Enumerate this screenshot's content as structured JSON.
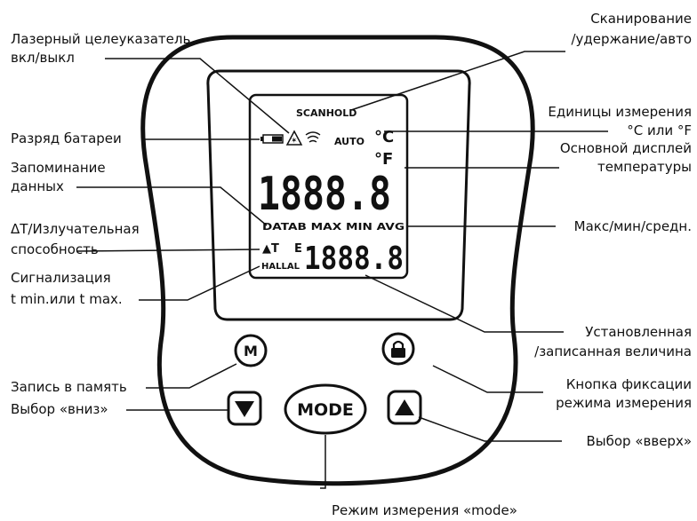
{
  "device": {
    "lcd": {
      "scan_hold": "SCANHOLD",
      "auto": "AUTO",
      "unit_c": "°C",
      "unit_f": "°F",
      "main_reading": "1888.8",
      "stats_row": "DATAB MAX MIN AVG",
      "delta_t": "▲T",
      "e_label": "E",
      "secondary_reading": "1888.8",
      "hal_row": "HALLAL"
    },
    "buttons": {
      "m": "M",
      "mode": "MODE",
      "down": "▼",
      "up": "▲"
    }
  },
  "labels": {
    "laser_1": "Лазерный целеуказатель",
    "laser_2": "вкл/выкл",
    "battery": "Разряд батареи",
    "memory_1": "Запоминание",
    "memory_2": "данных",
    "emissivity_1": "ΔT/Излучательная",
    "emissivity_2": "способность",
    "alarm_1": "Сигнализация",
    "alarm_2": "t min.или t max.",
    "record": "Запись в память",
    "down": "Выбор «вниз»",
    "scan_1": "Сканирование",
    "scan_2": "/удержание/авто",
    "units_1": "Единицы измерения",
    "units_2": "°C или °F",
    "main_display_1": "Основной дисплей",
    "main_display_2": "температуры",
    "stats": "Макс/мин/средн.",
    "set_value_1": "Установленная",
    "set_value_2": "/записанная величина",
    "lock_1": "Кнопка фиксации",
    "lock_2": "режима измерения",
    "up": "Выбор «вверх»",
    "mode": "Режим измерения «mode»"
  }
}
